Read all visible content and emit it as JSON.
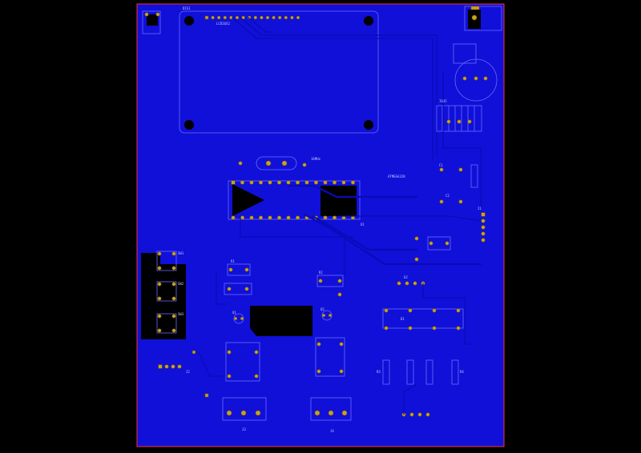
{
  "board": {
    "colors": {
      "background": "#000000",
      "copper_fill": "#1010d8",
      "outline": "#ff3030",
      "pad": "#c8a21a",
      "silkscreen": "#6a6aff"
    },
    "labels": {
      "lcd": "LCD16X2",
      "crystal": "16MHz",
      "mcu": "ATMEGA328",
      "display_ref": "DIS1",
      "u1": "U1",
      "u2": "U2",
      "j1": "J1",
      "j2": "J2",
      "j3": "J3",
      "j4": "J4",
      "r1": "R1",
      "r2": "R2",
      "r3": "R3",
      "r4": "R4",
      "q1": "Q1",
      "q2": "Q2",
      "c1": "C1",
      "c2": "C2",
      "d1": "D1",
      "sw1": "SW1",
      "sw2": "SW2",
      "sw3": "SW3",
      "reg": "7805"
    }
  }
}
